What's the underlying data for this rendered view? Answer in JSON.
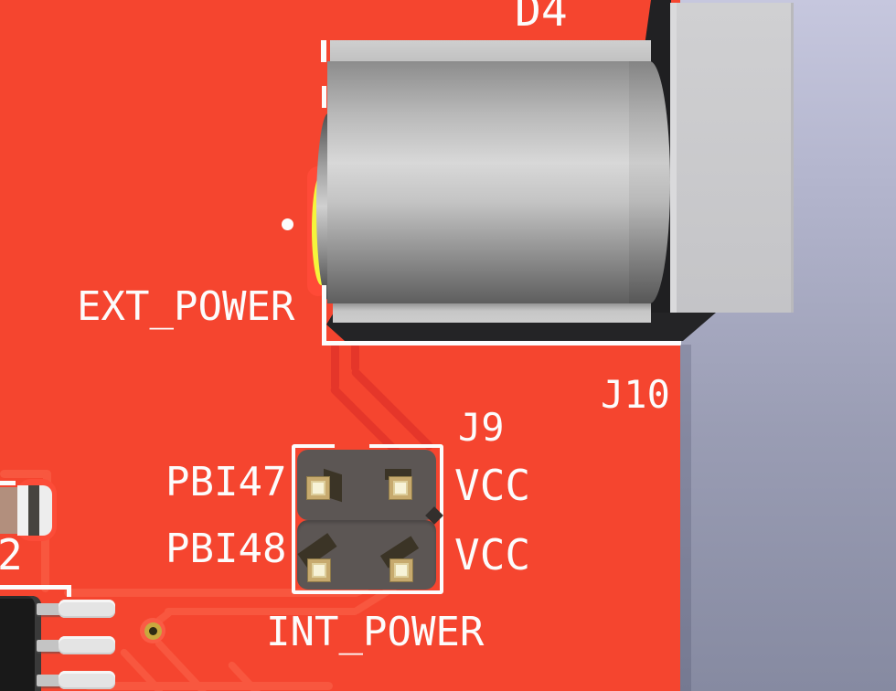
{
  "silkscreen": {
    "d4": "D4",
    "ext_power": "EXT_POWER",
    "j10": "J10",
    "j9": "J9",
    "vcc_top": "VCC",
    "vcc_bottom": "VCC",
    "pbi47": "PBI47",
    "pbi48": "PBI48",
    "int_power": "INT_POWER",
    "ref_partial": "2"
  },
  "colors": {
    "board_red": "#F5452F",
    "trace_dark": "#E5362A",
    "trace_light": "#F8573F",
    "silkscreen_white": "#FCFCFC",
    "background_top": "#C6C7DE",
    "background_bottom": "#868AA1",
    "jack_metal_gray": "#C9C9C9",
    "jack_housing_black": "#212123",
    "insulator_yellow": "#F5F53C",
    "header_body_gray": "#5C5654",
    "pin_gold": "#C7AA6E",
    "via_gold": "#C9A83E"
  }
}
